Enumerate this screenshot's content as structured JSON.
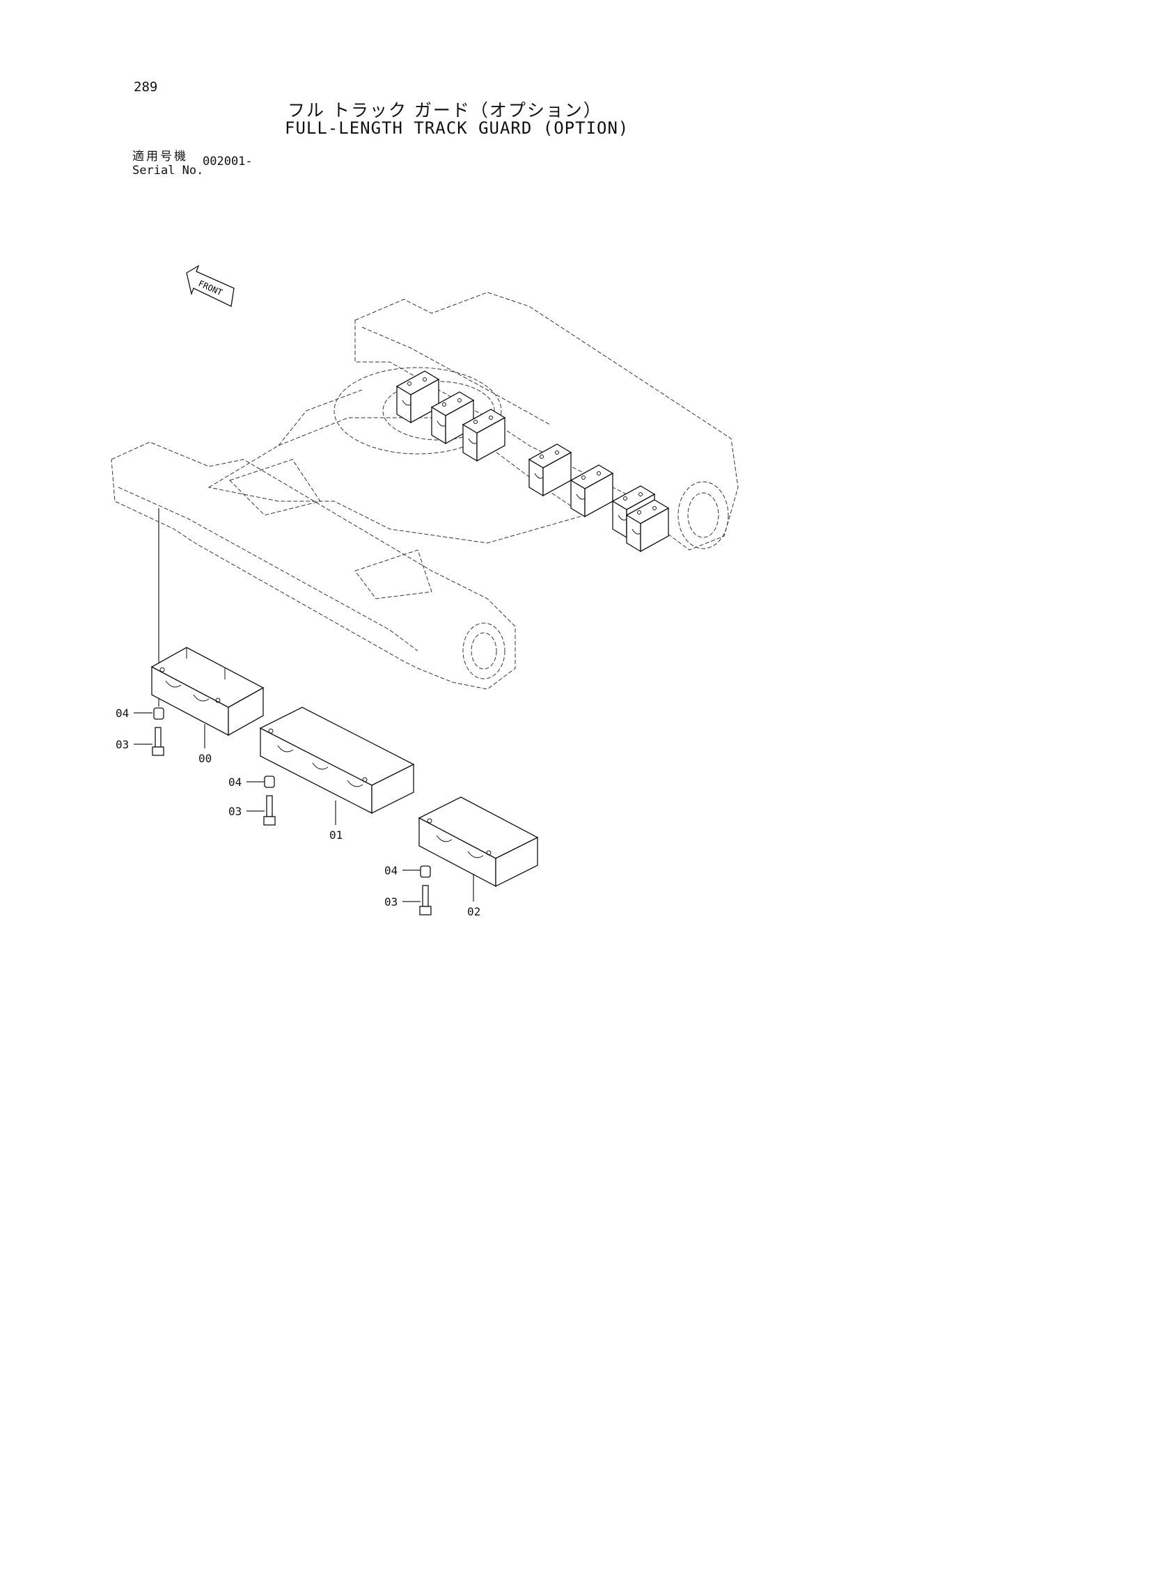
{
  "header": {
    "page_number": "289",
    "title_ja": "フル トラック ガード（オプション）",
    "title_en": "FULL-LENGTH TRACK GUARD (OPTION)",
    "serial_label_ja": "適用号機",
    "serial_label_en": "Serial No.",
    "serial_value": "002001-"
  },
  "diagram": {
    "front_label": "FRONT",
    "callouts": [
      {
        "id": "part-00",
        "label": "00"
      },
      {
        "id": "part-01",
        "label": "01"
      },
      {
        "id": "part-02",
        "label": "02"
      },
      {
        "id": "bolt-03-a",
        "label": "03"
      },
      {
        "id": "bolt-03-b",
        "label": "03"
      },
      {
        "id": "bolt-03-c",
        "label": "03"
      },
      {
        "id": "spacer-04-a",
        "label": "04"
      },
      {
        "id": "spacer-04-b",
        "label": "04"
      },
      {
        "id": "spacer-04-c",
        "label": "04"
      }
    ]
  }
}
